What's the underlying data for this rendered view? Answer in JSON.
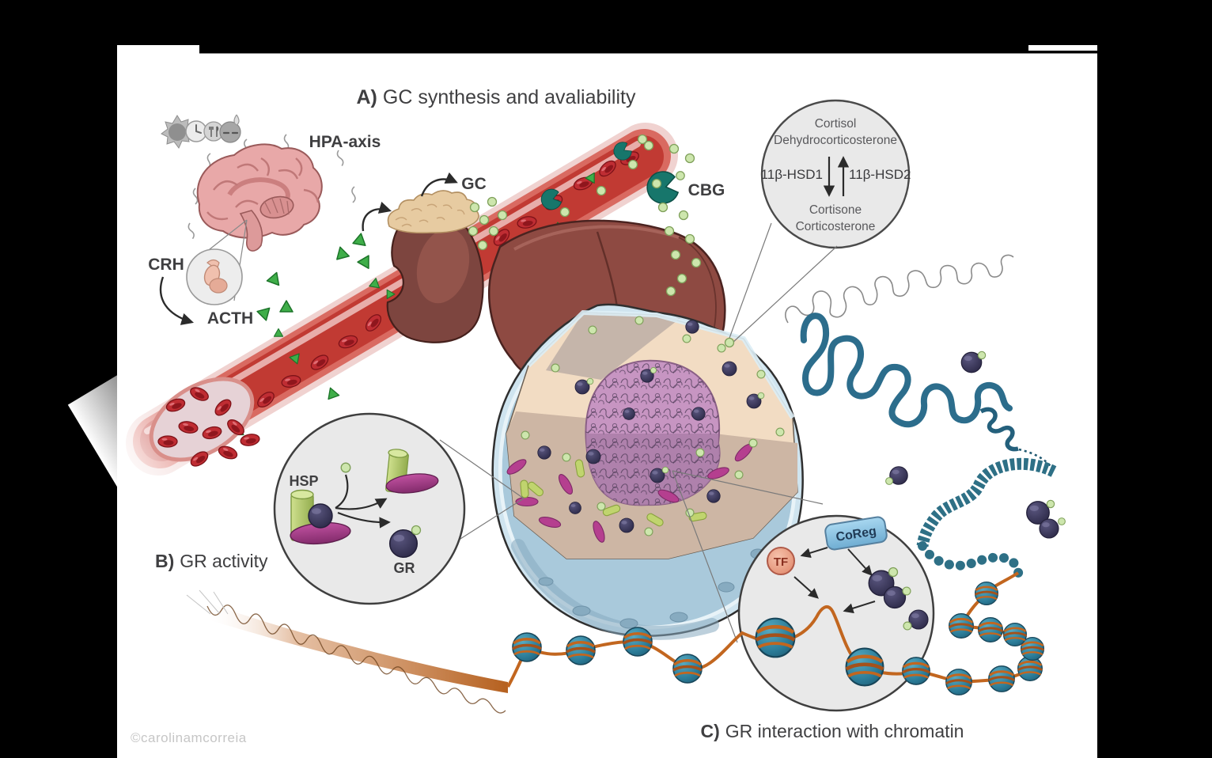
{
  "figure": {
    "credit": "©carolinamcorreia",
    "panel_a": {
      "prefix": "A)",
      "title": "GC synthesis and avaliability"
    },
    "panel_b": {
      "prefix": "B)",
      "title": "GR activity"
    },
    "panel_c": {
      "prefix": "C)",
      "title": "GR interaction with chromatin"
    },
    "labels": {
      "hpa": "HPA-axis",
      "crh": "CRH",
      "acth": "ACTH",
      "gc": "GC",
      "cbg": "CBG",
      "hsp": "HSP",
      "gr_bubble": "GR",
      "tf": "TF",
      "coreg": "CoReg"
    },
    "hsd_bubble": {
      "top1": "Cortisol",
      "top2": "Dehydrocorticosterone",
      "left_enzyme": "11β-HSD1",
      "right_enzyme": "11β-HSD2",
      "bottom1": "Cortisone",
      "bottom2": "Corticosterone"
    },
    "stressor_icons": [
      "sun-icon",
      "clock-icon",
      "meal-icon",
      "sleep-droplet-icon"
    ],
    "colors": {
      "background": "#000000",
      "canvas": "#ffffff",
      "text": "#3f3f41",
      "bubble_fill": "#e9e9e9",
      "bubble_stroke": "#3f3f3f",
      "gc_dot": "#cde6ad",
      "acth_triangle": "#3fae49",
      "cbg_teal": "#17766b",
      "gr_navy": "#3d3a5c",
      "hsp_green": "#b5cc6a",
      "hsp_magenta": "#a83c88",
      "vessel_red": "#c13a33",
      "rbc_red": "#bf2d33",
      "kidney": "#7d453f",
      "adrenal": "#e7cba1",
      "liver": "#8e4a42",
      "brain_pink": "#e8a8a8",
      "cell_membrane": "#cfe4ef",
      "cytoplasm": "#ecd2b8",
      "nucleus": "#c795c2",
      "nucleosome_teal": "#2a7a96",
      "dna_orange": "#c2661f",
      "coreg_blue": "#8ec7e6",
      "tf_salmon": "#e8947c"
    }
  }
}
